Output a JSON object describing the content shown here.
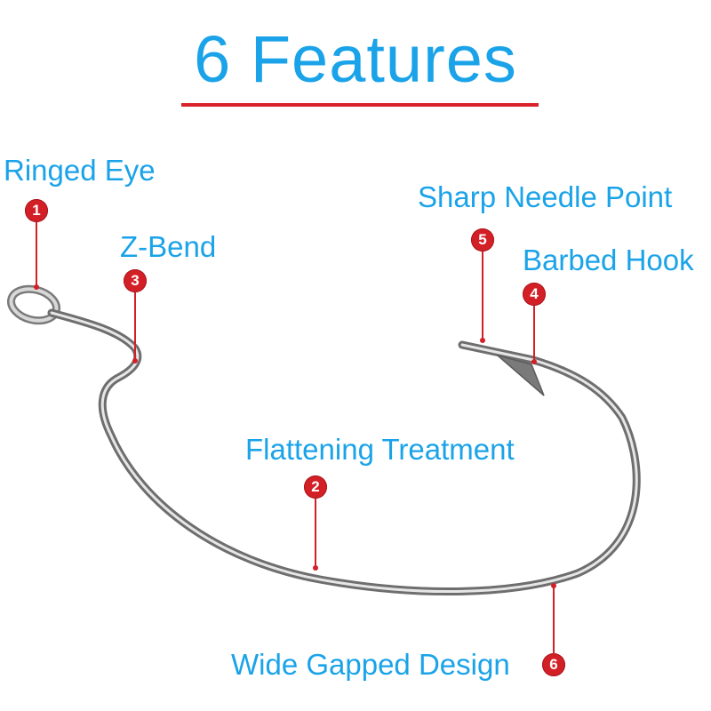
{
  "title": "6 Features",
  "features": [
    {
      "number": "1",
      "label": "Ringed Eye"
    },
    {
      "number": "2",
      "label": "Flattening Treatment"
    },
    {
      "number": "3",
      "label": "Z-Bend"
    },
    {
      "number": "4",
      "label": "Barbed Hook"
    },
    {
      "number": "5",
      "label": "Sharp Needle Point"
    },
    {
      "number": "6",
      "label": "Wide Gapped Design"
    }
  ],
  "colors": {
    "title": "#1aa3e8",
    "accent": "#d32027",
    "hook": "#9a9a9a"
  }
}
